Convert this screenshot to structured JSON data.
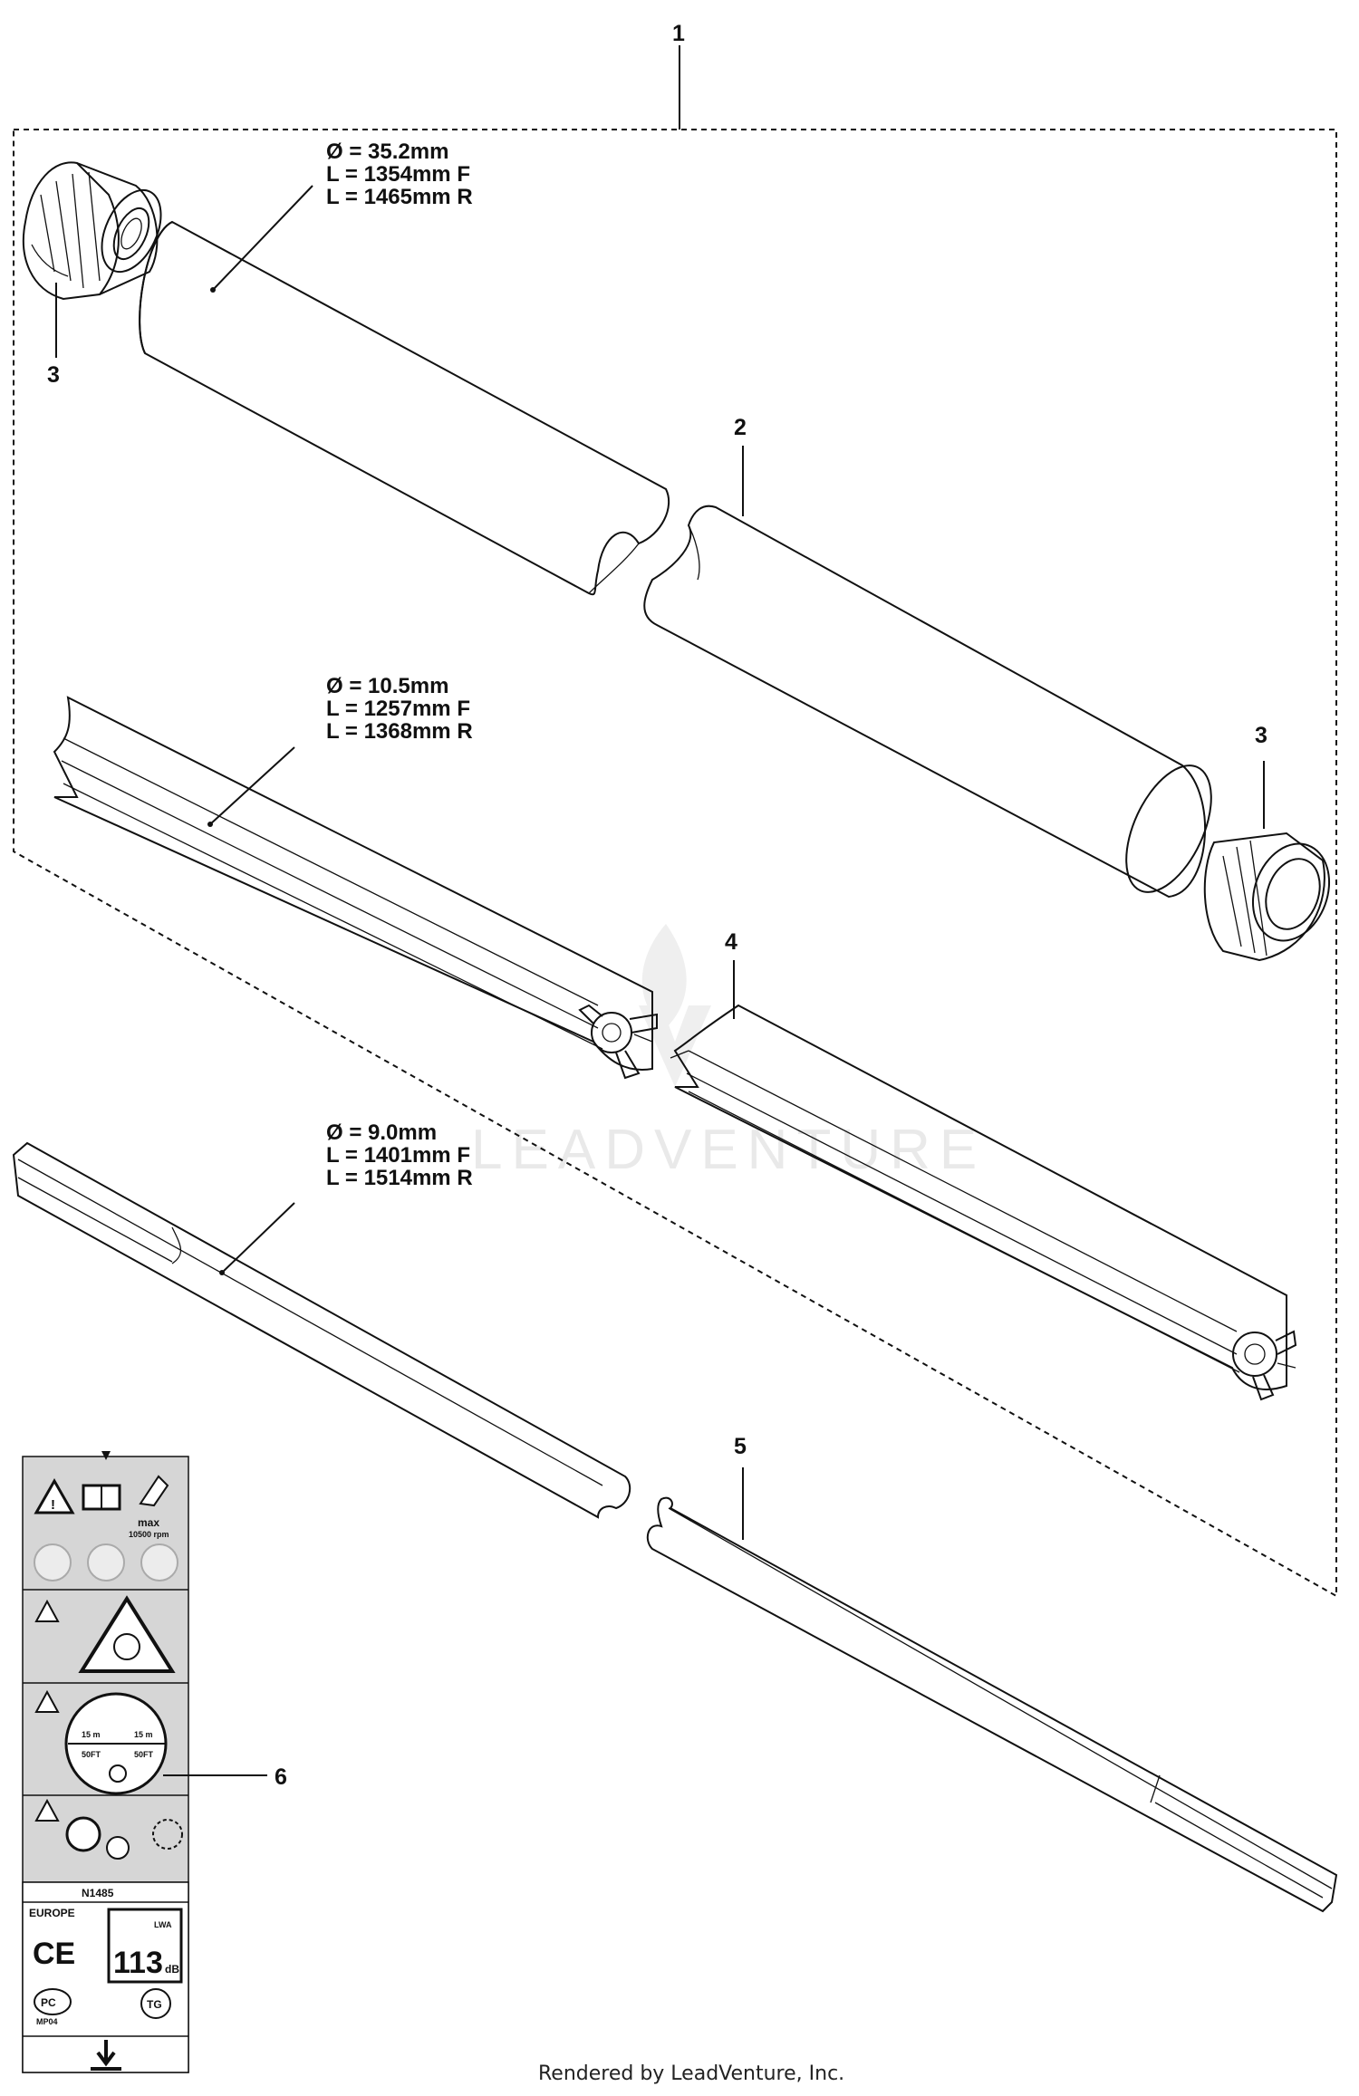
{
  "callouts": {
    "c1": "1",
    "c2": "2",
    "c3a": "3",
    "c3b": "3",
    "c4": "4",
    "c5": "5",
    "c6": "6"
  },
  "tube_spec": {
    "diameter": "Ø = 35.2mm",
    "length_f": "L = 1354mm F",
    "length_r": "L = 1465mm R"
  },
  "liner_spec": {
    "diameter": "Ø = 10.5mm",
    "length_f": "L = 1257mm F",
    "length_r": "L = 1368mm R"
  },
  "shaft_spec": {
    "diameter": "Ø = 9.0mm",
    "length_f": "L = 1401mm F",
    "length_r": "L = 1514mm R"
  },
  "decal": {
    "max_label": "max",
    "rpm_label": "10500 rpm",
    "dist_15m_a": "15 m",
    "dist_50ft_a": "50FT",
    "dist_15m_b": "15 m",
    "dist_50ft_b": "50FT",
    "cert_code": "N1485",
    "region": "EUROPE",
    "ce_mark": "CE",
    "lwa_label": "LWA",
    "sound_level": "113",
    "sound_unit": "dB",
    "pct_mark": "PC",
    "pct_code": "MP04",
    "tg_mark": "TG"
  },
  "watermark_text": "LEADVENTURE",
  "footer": "Rendered by LeadVenture, Inc."
}
